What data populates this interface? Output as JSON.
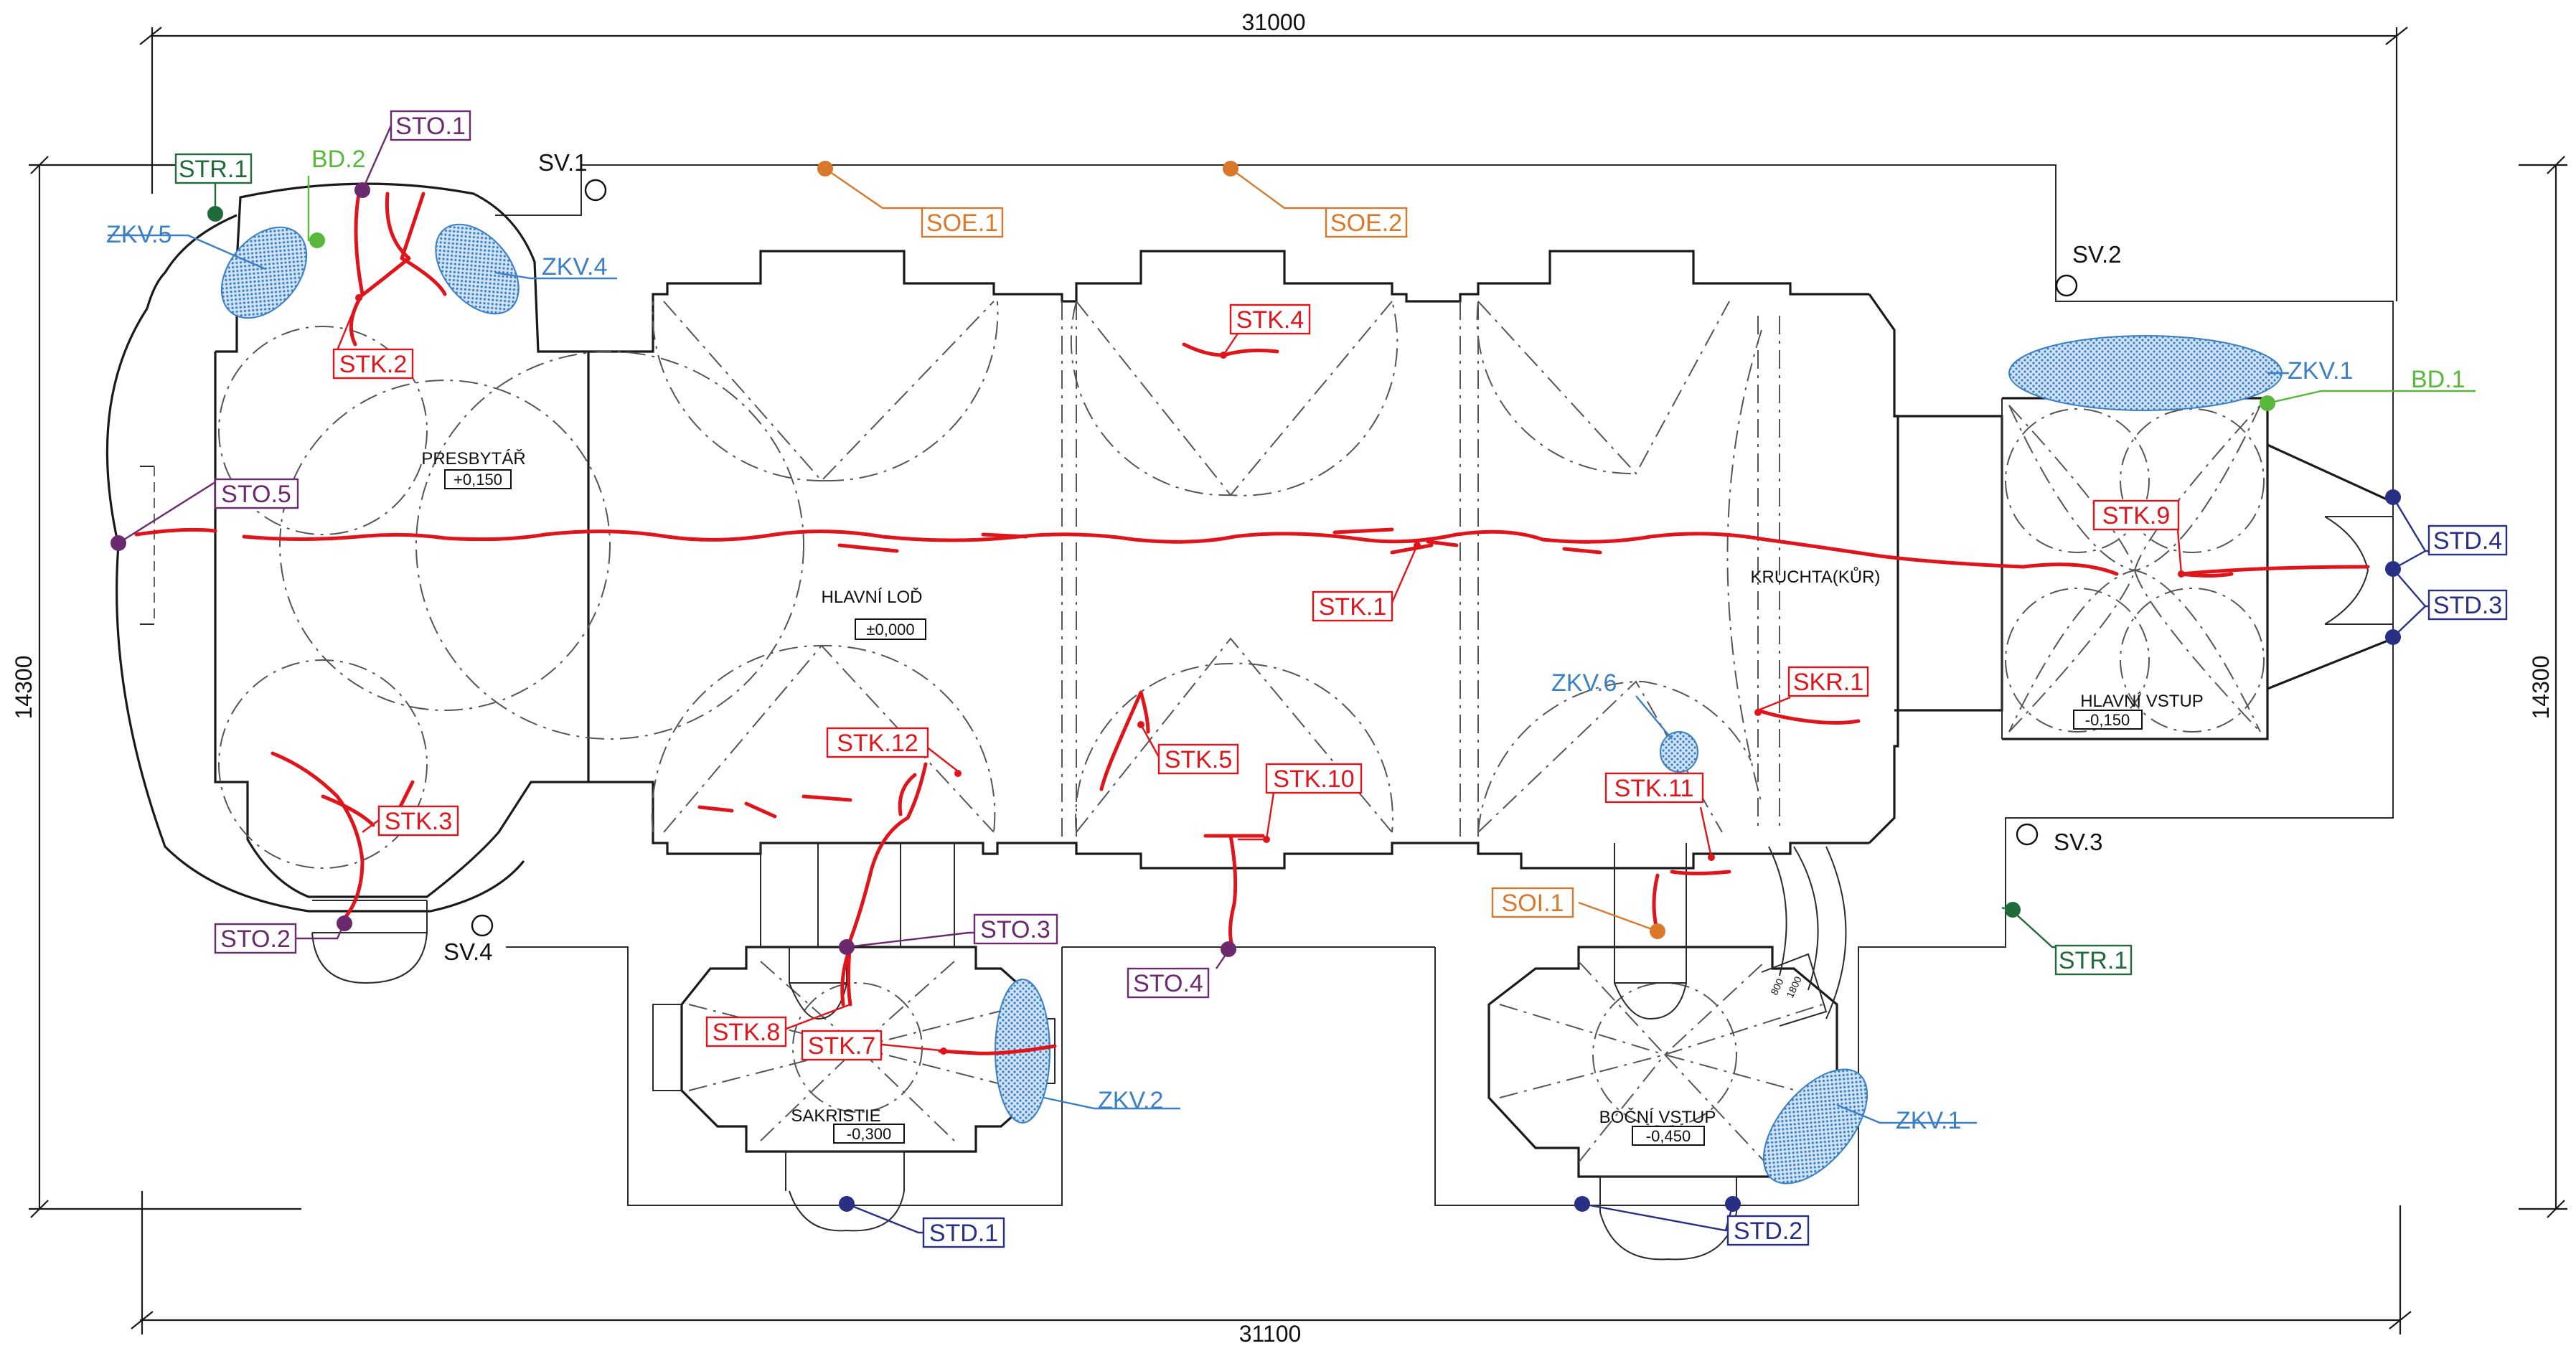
{
  "dimensions": {
    "top": "31000",
    "bottom": "31100",
    "left": "14300",
    "right": "14300"
  },
  "rooms": {
    "presbytar": {
      "name": "PRESBYTÁŘ",
      "level": "+0,150"
    },
    "hlavni_lod": {
      "name": "HLAVNÍ LOĎ",
      "level": "±0,000"
    },
    "kruchta": {
      "name": "KRUCHTA(KŮR)"
    },
    "hlavni_vstup": {
      "name": "HLAVNÍ VSTUP",
      "level": "-0,150"
    },
    "sakristie": {
      "name": "SAKRISTIE",
      "level": "-0,300"
    },
    "bocni_vstup": {
      "name": "BOČNÍ VSTUP",
      "level": "-0,450"
    },
    "stair_small": [
      "800",
      "1800"
    ]
  },
  "probes": {
    "sv1": "SV.1",
    "sv2": "SV.2",
    "sv3": "SV.3",
    "sv4": "SV.4"
  },
  "tags": {
    "str1_left": "STR.1",
    "str1_right": "STR.1",
    "bd2": "BD.2",
    "bd1": "BD.1",
    "sto1": "STO.1",
    "sto2": "STO.2",
    "sto3": "STO.3",
    "sto4": "STO.4",
    "sto5": "STO.5",
    "zkv5": "ZKV.5",
    "zkv4": "ZKV.4",
    "zkv1_top": "ZKV.1",
    "zkv1_bottom": "ZKV.1",
    "zkv2": "ZKV.2",
    "zkv6": "ZKV.6",
    "soe1": "SOE.1",
    "soe2": "SOE.2",
    "soi1": "SOI.1",
    "stk1": "STK.1",
    "stk2": "STK.2",
    "stk3": "STK.3",
    "stk4": "STK.4",
    "stk5": "STK.5",
    "stk7": "STK.7",
    "stk8": "STK.8",
    "stk9": "STK.9",
    "stk10": "STK.10",
    "stk11": "STK.11",
    "stk12": "STK.12",
    "skr1": "SKR.1",
    "std1": "STD.1",
    "std2": "STD.2",
    "std3": "STD.3",
    "std4": "STD.4"
  },
  "colors": {
    "crack": "#e0141b",
    "moisture": "#3b7fc4",
    "moisture_fill": "#9cc4e8",
    "str": "#1f6b3a",
    "bd": "#58b83c",
    "sto": "#6b2a6e",
    "soe": "#d9782a",
    "std": "#2a2f86",
    "stk": "#e0141b"
  }
}
